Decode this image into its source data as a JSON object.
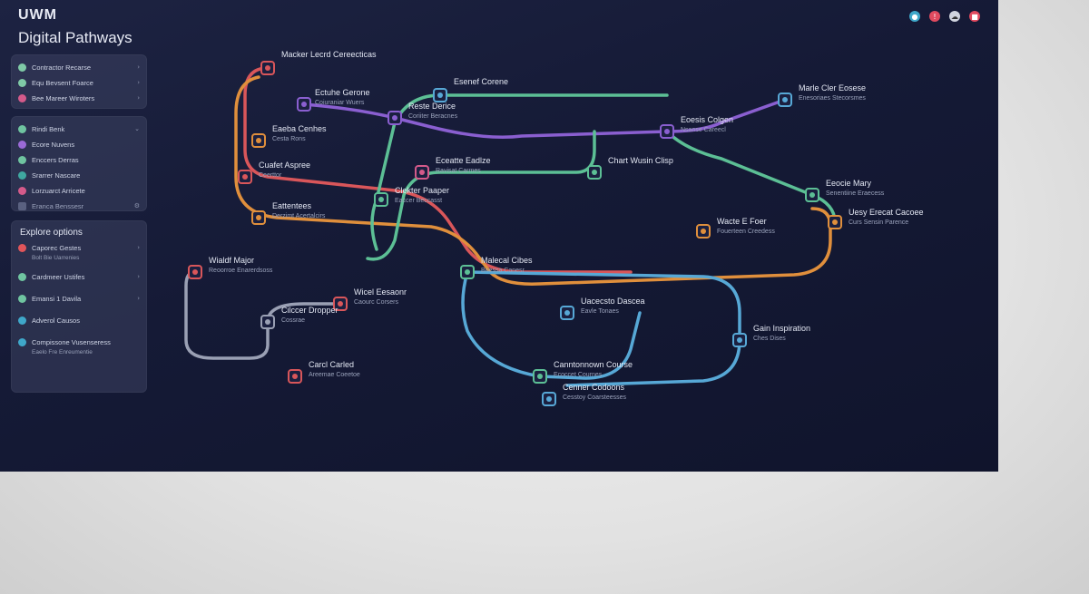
{
  "app": {
    "brand": "UWM",
    "title": "Digital Pathways"
  },
  "top_icons": [
    {
      "name": "notification-icon",
      "color": "#3fa7c9"
    },
    {
      "name": "alert-icon",
      "color": "#e04a5f"
    },
    {
      "name": "cloud-icon",
      "color": "#d0d4de"
    },
    {
      "name": "profile-icon",
      "color": "#e04a5f"
    }
  ],
  "sidebar_top": {
    "items": [
      {
        "label": "Contractor Recarse",
        "color": "#7fc9a6"
      },
      {
        "label": "Equ Bevsent Foarce",
        "color": "#7fc9a6"
      },
      {
        "label": "Bee Mareer Wiroters",
        "color": "#d45a8a"
      }
    ]
  },
  "sidebar_mid": {
    "items": [
      {
        "label": "Rindi Benk",
        "color": "#6fc4a0"
      },
      {
        "label": "Ecore Nuvens",
        "color": "#9a6ad6"
      },
      {
        "label": "Enccers Derras",
        "color": "#6fc4a0"
      },
      {
        "label": "Srarrer Nascare",
        "color": "#3fa7a0"
      },
      {
        "label": "Lorzuarct Arricete",
        "color": "#d45a8a"
      }
    ],
    "footer": "Eranca Benssesr"
  },
  "explore": {
    "heading": "Explore options",
    "items": [
      {
        "label": "Caporec Gestes",
        "sub": "Bolt Bie Uarrenies",
        "color": "#e0555a"
      },
      {
        "label": "Cardmeer Ustifes",
        "sub": "",
        "color": "#6fc4a0"
      },
      {
        "label": "Emansi 1 Davila",
        "sub": "",
        "color": "#6fc4a0"
      },
      {
        "label": "Adverol Causos",
        "sub": "",
        "color": "#3fa7c9"
      },
      {
        "label": "Compissone Vusenseress",
        "sub": "Eaelo Fre Enreumentie",
        "color": "#3fa7c9"
      }
    ]
  },
  "map": {
    "lines": [
      {
        "name": "red-line",
        "color": "#d9565a"
      },
      {
        "name": "orange-line",
        "color": "#e08f3c"
      },
      {
        "name": "purple-line",
        "color": "#8a5fd0"
      },
      {
        "name": "green-line",
        "color": "#5cbf95"
      },
      {
        "name": "blue-line",
        "color": "#57a8d6"
      },
      {
        "name": "gray-line",
        "color": "#9aa0b4"
      }
    ],
    "nodes": {
      "n1": {
        "label": "Macker Lecrd Cereecticas",
        "sub": ""
      },
      "n2": {
        "label": "Ectuhe Gerone",
        "sub": "Coiuraniar Wuers"
      },
      "n3": {
        "label": "Eaeba Cenhes",
        "sub": "Cesta Rons"
      },
      "n4": {
        "label": "Cuafet Aspree",
        "sub": "Ceerttor"
      },
      "n5": {
        "label": "Eattentees",
        "sub": "Derzimt Acertalcirs"
      },
      "n6": {
        "label": "Reste Derice",
        "sub": "Coriiter Beracnes"
      },
      "n7": {
        "label": "Esenef Corene",
        "sub": ""
      },
      "n8": {
        "label": "Eceatte Eadlze",
        "sub": "Ravisat Carmes"
      },
      "n9": {
        "label": "Clekter Paaper",
        "sub": "Eaccer Beccasst"
      },
      "n10": {
        "label": "Eoesis Colgen",
        "sub": "Nsanse Careecl"
      },
      "n11": {
        "label": "Marle Cler Eosese",
        "sub": "Enesoriaes Stecorsmes"
      },
      "n12": {
        "label": "Eeocie Mary",
        "sub": "Senentiine Eraecess"
      },
      "n13": {
        "label": "Uesy Erecat Cacoee",
        "sub": "Curs Sensin Parence"
      },
      "n14": {
        "label": "Wacte E Foer",
        "sub": "Fouerteen Creedess"
      },
      "n15": {
        "label": "Chart Wusin Clisp",
        "sub": ""
      },
      "n16": {
        "label": "Malecal Cibes",
        "sub": "Bnessa Canesr"
      },
      "n17": {
        "label": "Uacecsto Dascea",
        "sub": "Eavle Tonaes"
      },
      "n18": {
        "label": "Gain Inspiration",
        "sub": "Ches Dises"
      },
      "n19": {
        "label": "Canntonnown Course",
        "sub": "Ecoccet Cournes"
      },
      "n20": {
        "label": "Cenner Codoons",
        "sub": "Cesstoy Coarsteesses"
      },
      "n21": {
        "label": "Wialdf Major",
        "sub": "Reoorroe Enarerdsoss"
      },
      "n22": {
        "label": "Wicel Eesaonr",
        "sub": "Caourc Corsers"
      },
      "n23": {
        "label": "Cilccer Dropper",
        "sub": "Cossrae"
      },
      "n24": {
        "label": "Carcl Carled",
        "sub": "Areemae Coeetoe"
      }
    }
  }
}
